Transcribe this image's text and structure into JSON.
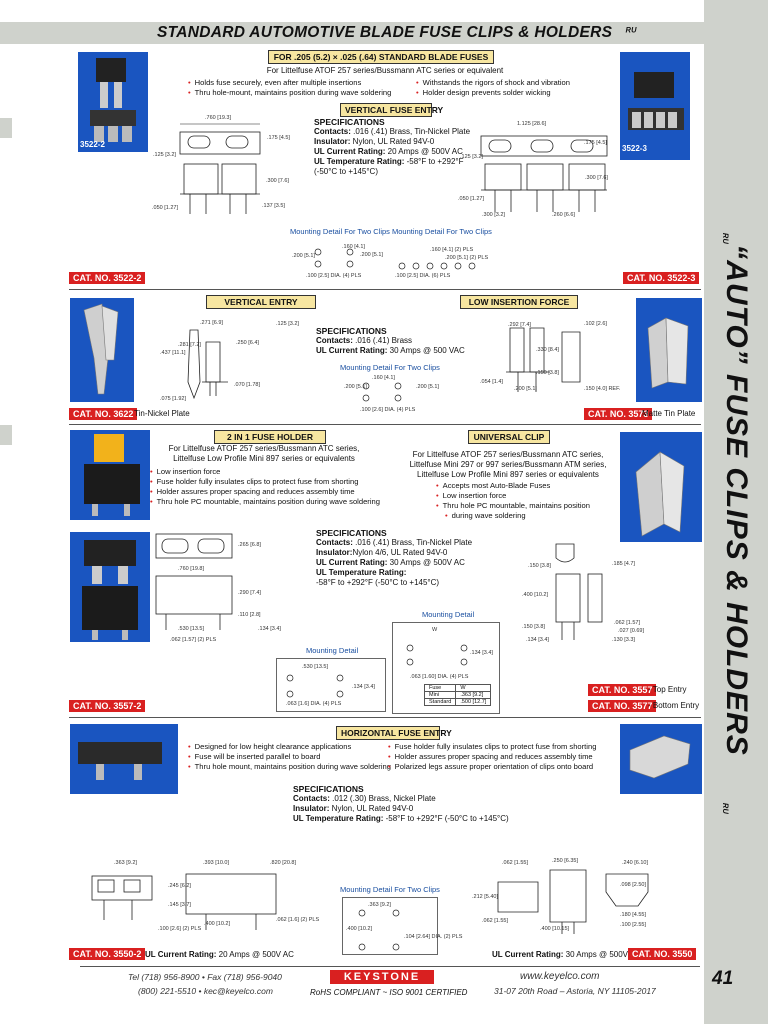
{
  "header": {
    "title": "STANDARD AUTOMOTIVE BLADE FUSE CLIPS & HOLDERS",
    "ul_mark": "ᴿᵁ"
  },
  "side": {
    "title": "“AUTO” FUSE CLIPS & HOLDERS",
    "ul1": "ᴿᵁ",
    "ul2": "ᴿᵁ"
  },
  "page_number": "41",
  "s1": {
    "banner": "FOR .205 (5.2) × .025 (.64) STANDARD BLADE FUSES",
    "subtitle": "For Littelfuse ATOF 257 series/Bussmann ATC series or equivalent",
    "bullets_left": [
      "Holds fuse securely, even after multiple insertions",
      "Thru hole-mount, maintains position during wave soldering"
    ],
    "bullets_right": [
      "Withstands the rigors of shock and vibration",
      "Holder design prevents solder wicking"
    ],
    "vert_label": "VERTICAL FUSE ENTRY",
    "spec_title": "SPECIFICATIONS",
    "spec_lines": [
      {
        "k": "Contacts:",
        "v": " .016 (.41) Brass, Tin-Nickel Plate"
      },
      {
        "k": "Insulator:",
        "v": " Nylon, UL Rated 94V-0"
      },
      {
        "k": "UL Current Rating:",
        "v": " 20 Amps @ 500V AC"
      },
      {
        "k": "UL Temperature Rating:",
        "v": " -58°F to +292°F"
      },
      {
        "k": "",
        "v": "(-50°C to +145°C)"
      }
    ],
    "md_left": "Mounting Detail For Two Clips",
    "md_right": "Mounting Detail For Two Clips",
    "photo_left_label": "3522-2",
    "photo_right_label": "3522-3",
    "cat_left": "CAT. NO. 3522-2",
    "cat_right": "CAT. NO. 3522-3",
    "dims": {
      "a": ".760 [19.3]",
      "b": ".175 [4.5]",
      "c": ".125 [3.2]",
      "d": ".300 [7.6]",
      "e": ".050 [1.27]",
      "f": ".137 [3.5]",
      "g": "1.125 [28.6]",
      "h": ".175 [4.5]",
      "i": ".125 [3.2]",
      "j": ".300 [7.6]",
      "k": ".050 [1.27]",
      "l": ".300 [3.2]",
      "m": ".260 [6.6]",
      "n": ".160 [4.1]",
      "o": ".200 [5.1]",
      "p": ".200 [5.1]",
      "q": ".160 [4.1] (2) PLS",
      "r": ".200 [5.1] (2) PLS",
      "s": ".100 [2.5] DIA. (4) PLS",
      "t": ".100 [2.5] DIA. (6) PLS"
    }
  },
  "s2": {
    "left_label": "VERTICAL ENTRY",
    "right_label": "LOW INSERTION FORCE",
    "spec_title": "SPECIFICATIONS",
    "spec_lines": [
      {
        "k": "Contacts:",
        "v": " .016 (.41) Brass"
      },
      {
        "k": "UL Current Rating:",
        "v": " 30 Amps @ 500 VAC"
      }
    ],
    "md": "Mounting Detail For Two Clips",
    "cat_left": "CAT. NO. 3622",
    "cat_left_suffix": "Tin-Nickel Plate",
    "cat_right": "CAT. NO. 3573",
    "cat_right_suffix": "Matte Tin Plate",
    "dims": {
      "a": ".271 [6.9]",
      "b": ".125 [3.2]",
      "c": ".281 [7.2]",
      "d": ".437 [11.1]",
      "e": ".250 [6.4]",
      "f": ".070 [1.78]",
      "g": ".075 [1.92]",
      "h": ".292 [7.4]",
      "i": ".102 [2.6]",
      "j": ".330 [8.4]",
      "k": ".150 [3.8]",
      "l": ".054 [1.4]",
      "m": ".200 [5.1]",
      "n": ".150 [4.0] REF.",
      "o": ".160 [4.1]",
      "p": ".200 [5.1]",
      "q": ".200 [5.1]",
      "r": ".100 [2.6] DIA. (4) PLS"
    }
  },
  "s3": {
    "left_label": "2 IN 1 FUSE HOLDER",
    "right_label": "UNIVERSAL CLIP",
    "left_sub": [
      "For Littelfuse ATOF 257 series/Bussmann ATC series,",
      "Littelfuse Low Profile Mini 897 series or equivalents"
    ],
    "right_sub": [
      "For Littelfuse ATOF 257 series/Bussmann ATC series,",
      "Littelfuse Mini 297 or 997 series/Bussmann ATM series,",
      "Littelfuse Low Profile Mini 897 series or equivalents"
    ],
    "left_bullets": [
      "Low insertion force",
      "Fuse holder fully insulates clips to protect fuse from shorting",
      "Holder assures proper spacing and reduces assembly time",
      "Thru hole PC mountable, maintains position during wave soldering"
    ],
    "right_bullets": [
      "Accepts most Auto-Blade Fuses",
      "Low insertion force",
      "Thru hole PC mountable, maintains position",
      "during wave soldering"
    ],
    "spec_title": "SPECIFICATIONS",
    "spec_lines": [
      {
        "k": "Contacts:",
        "v": " .016 (.41) Brass, Tin-Nickel Plate"
      },
      {
        "k": "Insulator:",
        "v": "Nylon 4/6, UL Rated 94V-0"
      },
      {
        "k": "UL Current Rating:",
        "v": " 30 Amps @ 500V AC"
      },
      {
        "k": "UL Temperature Rating:",
        "v": ""
      },
      {
        "k": "",
        "v": "-58°F to +292°F (-50°C to +145°C)"
      }
    ],
    "md_left": "Mounting Detail",
    "md_right": "Mounting Detail",
    "table": {
      "h1": "Fuse",
      "h2": "W",
      "r1a": "Mini",
      ".": "",
      "r1b": ".363 [9.2]",
      "r2a": "Standard",
      "r2b": ".500 [12.7]"
    },
    "cat_left": "CAT. NO. 3557-2",
    "cat_r1": "CAT. NO. 3557",
    "cat_r1_suffix": "- Top Entry",
    "cat_r2": "CAT. NO. 3577",
    "cat_r2_suffix": "- Bottom Entry",
    "dims": {
      "a": ".265 [6.8]",
      "b": ".760 [19.8]",
      "c": ".290 [7.4]",
      "d": ".110 [2.8]",
      "e": ".530 [13.5]",
      "f": ".134 [3.4]",
      "g": ".062 [1.57] (2) PLS",
      "h": ".530 [13.5]",
      "i": ".134 [3.4]",
      "j": ".063 [1.6] DIA. (4) PLS",
      "k": ".150 [3.8]",
      "l": ".185 [4.7]",
      "m": ".400 [10.2]",
      "n": ".150 [3.8]",
      "o": ".062 [1.57]",
      "p": ".027 [0.69]",
      "q": ".134 [3.4]",
      "r": ".130 [3.3]",
      "s": "W",
      "t": ".134 [3.4]",
      "u": ".063 [1.60] DIA. (4) PLS"
    }
  },
  "s4": {
    "label": "HORIZONTAL FUSE ENTRY",
    "bullets_left": [
      "Designed for low height clearance applications",
      "Fuse will be inserted parallel to board",
      "Thru hole mount, maintains position during wave soldering"
    ],
    "bullets_right": [
      "Fuse holder fully insulates clips to protect fuse from shorting",
      "Holder assures proper spacing and reduces assembly time",
      "Polarized legs assure proper orientation of clips onto board"
    ],
    "spec_title": "SPECIFICATIONS",
    "spec_lines": [
      {
        "k": "Contacts:",
        "v": " .012 (.30) Brass, Nickel Plate"
      },
      {
        "k": "Insulator:",
        "v": " Nylon, UL Rated 94V-0"
      },
      {
        "k": "UL Temperature Rating:",
        "v": " -58°F to +292°F (-50°C to +145°C)"
      }
    ],
    "md": "Mounting Detail For Two Clips",
    "cat_left": "CAT. NO. 3550-2",
    "cat_left_rating_k": "UL Current Rating:",
    "cat_left_rating_v": " 20 Amps @ 500V AC",
    "cat_right": "CAT. NO. 3550",
    "cat_right_rating_k": "UL Current Rating:",
    "cat_right_rating_v": " 30 Amps @ 500V AC",
    "dims": {
      "a": ".363 [9.2]",
      "b": ".393 [10.0]",
      "c": ".820 [20.8]",
      "d": ".245 [6.2]",
      "e": ".145 [3.7]",
      "f": ".100 [2.6] (2) PLS",
      "g": ".400 [10.2]",
      "h": ".062 [1.6] (2) PLS",
      "i": ".363 [9.2]",
      "j": ".400 [10.2]",
      "k": ".104 [2.64] DIA. (2) PLS",
      "l": ".062 [1.55]",
      "m": ".250 [6.35]",
      "n": ".240 [6.10]",
      "o": ".098 [2.50]",
      "p": ".212 [5.40]",
      "q": ".062 [1.55]",
      "r": ".400 [10.15]",
      "s": ".180 [4.55]",
      "t": ".100 [2.55]"
    }
  },
  "footer": {
    "phone": "Tel (718) 956-8900  •  Fax (718) 956-9040",
    "phone2": "(800) 221-5510  •  kec@keyelco.com",
    "brand": "KEYSTONE",
    "rohs": "RoHS COMPLIANT   ~   ISO 9001 CERTIFIED",
    "web": "www.keyelco.com",
    "address": "31-07 20th Road – Astoria, NY 11105-2017"
  }
}
